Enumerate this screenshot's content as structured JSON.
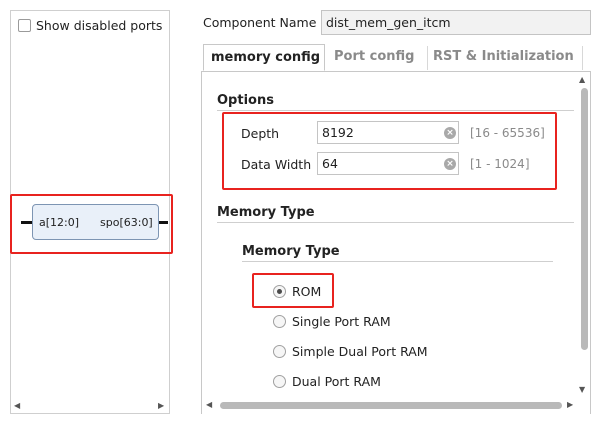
{
  "left_panel": {
    "show_disabled_ports_label": "Show disabled ports",
    "show_disabled_ports_checked": false,
    "symbol": {
      "input_port": "a[12:0]",
      "output_port": "spo[63:0]"
    }
  },
  "component_name": {
    "label": "Component Name",
    "value": "dist_mem_gen_itcm"
  },
  "tabs": [
    {
      "label": "memory config",
      "active": true
    },
    {
      "label": "Port config",
      "active": false
    },
    {
      "label": "RST & Initialization",
      "active": false
    }
  ],
  "options": {
    "title": "Options",
    "depth": {
      "label": "Depth",
      "value": "8192",
      "range": "[16 - 65536]"
    },
    "data_width": {
      "label": "Data Width",
      "value": "64",
      "range": "[1 - 1024]"
    }
  },
  "memory_type": {
    "title": "Memory Type",
    "subtitle": "Memory Type",
    "options": [
      {
        "label": "ROM",
        "selected": true
      },
      {
        "label": "Single Port RAM",
        "selected": false
      },
      {
        "label": "Simple Dual Port RAM",
        "selected": false
      },
      {
        "label": "Dual Port RAM",
        "selected": false
      }
    ]
  },
  "icons": {
    "clear": "clear-icon",
    "scroll_left": "arrow-left-icon",
    "scroll_right": "arrow-right-icon",
    "scroll_up": "arrow-up-icon",
    "scroll_down": "arrow-down-icon"
  },
  "colors": {
    "highlight": "#e8231f",
    "symbol_fill": "#e9f0f9",
    "symbol_border": "#7d95b3"
  }
}
